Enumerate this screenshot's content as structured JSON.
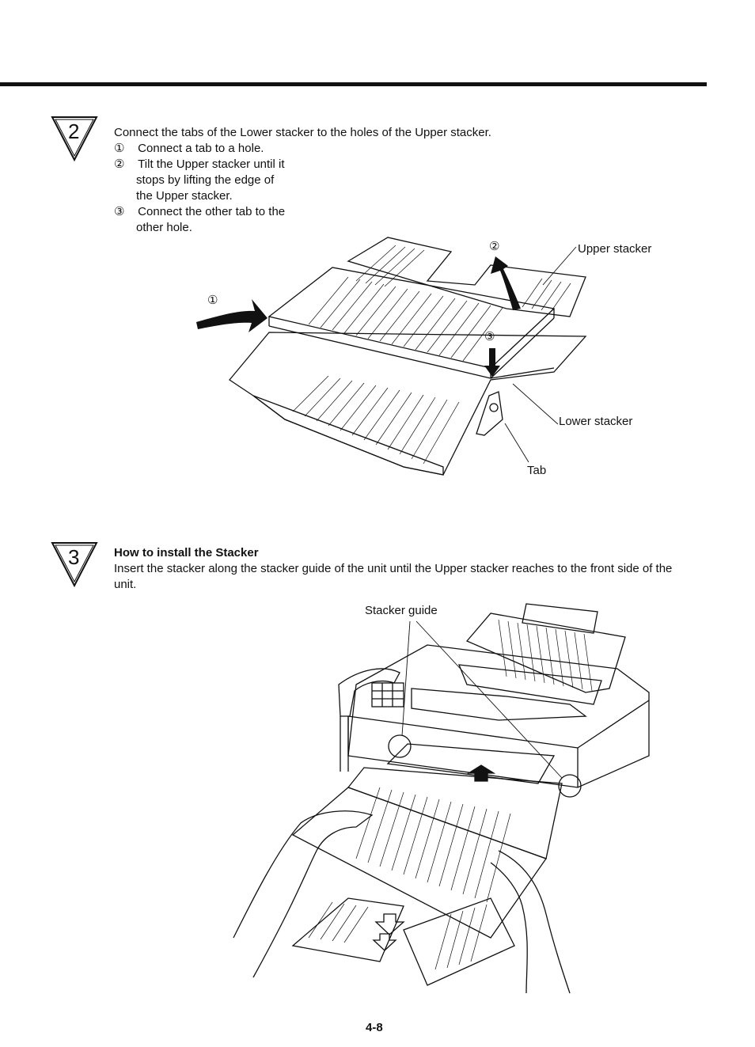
{
  "step2": {
    "number": "2",
    "intro": "Connect the tabs of the Lower stacker to the holes of the Upper stacker.",
    "items": [
      {
        "marker": "①",
        "text": "Connect a tab to a hole."
      },
      {
        "marker": "②",
        "text": "Tilt the Upper stacker until it",
        "cont": [
          "stops by lifting the edge of",
          "the Upper stacker."
        ]
      },
      {
        "marker": "③",
        "text": "Connect the other tab to the",
        "cont": [
          "other hole."
        ]
      }
    ],
    "figure_labels": {
      "marker1": "①",
      "marker2": "②",
      "marker3": "③",
      "upper_stacker": "Upper stacker",
      "lower_stacker": "Lower stacker",
      "tab": "Tab"
    }
  },
  "step3": {
    "number": "3",
    "heading": "How to install the Stacker",
    "body_line1": "Insert the stacker along the stacker guide of the unit until the Upper stacker reaches to the front side of the",
    "body_line2": "unit.",
    "figure_labels": {
      "stacker_guide": "Stacker guide"
    }
  },
  "footer": {
    "page_number": "4-8"
  }
}
